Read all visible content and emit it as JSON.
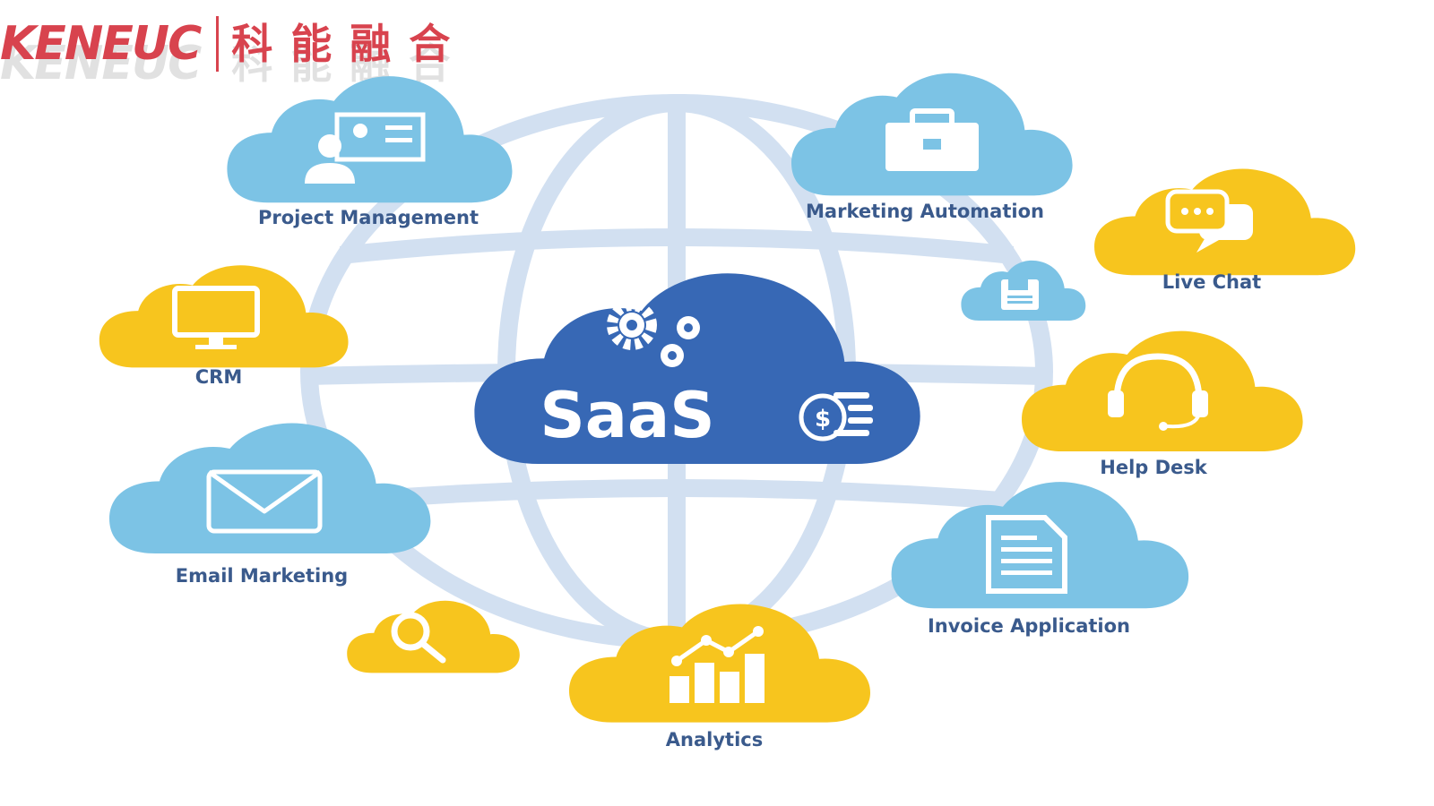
{
  "brand": {
    "name_en": "KENEUC",
    "name_cn": "科能融合",
    "color": "#d8434e"
  },
  "center": {
    "label": "SaaS",
    "color": "#3768b5"
  },
  "colors": {
    "blue_cloud": "#7cc3e5",
    "yellow_cloud": "#f7c51e",
    "globe": "#d2e0f1",
    "label": "#3a5a8c"
  },
  "nodes": [
    {
      "id": "project-management",
      "label": "Project Management",
      "icon": "presenter-board-icon",
      "color": "blue"
    },
    {
      "id": "marketing-automation",
      "label": "Marketing Automation",
      "icon": "briefcase-icon",
      "color": "blue"
    },
    {
      "id": "live-chat",
      "label": "Live Chat",
      "icon": "chat-bubbles-icon",
      "color": "yellow"
    },
    {
      "id": "crm",
      "label": "CRM",
      "icon": "monitor-icon",
      "color": "yellow"
    },
    {
      "id": "help-desk",
      "label": "Help Desk",
      "icon": "headset-icon",
      "color": "yellow"
    },
    {
      "id": "email-marketing",
      "label": "Email Marketing",
      "icon": "envelope-icon",
      "color": "blue"
    },
    {
      "id": "invoice-application",
      "label": "Invoice Application",
      "icon": "document-icon",
      "color": "blue"
    },
    {
      "id": "analytics",
      "label": "Analytics",
      "icon": "bar-chart-icon",
      "color": "yellow"
    }
  ],
  "decorations": [
    {
      "id": "save",
      "icon": "floppy-disk-icon",
      "color": "blue"
    },
    {
      "id": "search",
      "icon": "magnifier-icon",
      "color": "yellow"
    }
  ]
}
